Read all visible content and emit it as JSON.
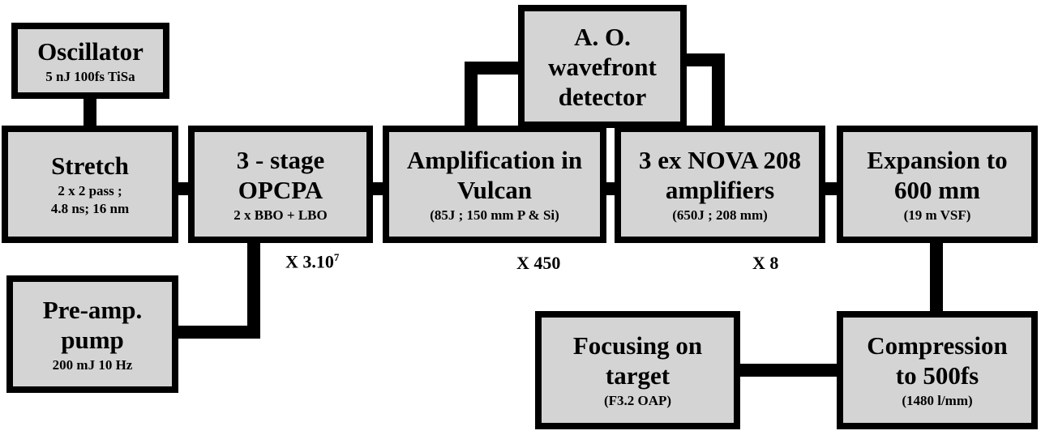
{
  "boxes": {
    "oscillator": {
      "title": "Oscillator",
      "sub": "5 nJ 100fs TiSa"
    },
    "ao": {
      "title_1": "A. O.",
      "title_2": "wavefront",
      "title_3": "detector"
    },
    "stretch": {
      "title": "Stretch",
      "sub_1": "2 x 2 pass ;",
      "sub_2": "4.8 ns; 16 nm"
    },
    "opcpa": {
      "title_1": "3 - stage",
      "title_2": "OPCPA",
      "sub": "2 x BBO + LBO"
    },
    "vulcan": {
      "title_1": "Amplification in",
      "title_2": "Vulcan",
      "sub": "(85J ; 150 mm P & Si)"
    },
    "nova": {
      "title_1": "3 ex NOVA 208",
      "title_2": "amplifiers",
      "sub": "(650J ; 208 mm)"
    },
    "expansion": {
      "title_1": "Expansion to",
      "title_2": "600 mm",
      "sub": "(19 m VSF)"
    },
    "preamp": {
      "title_1": "Pre-amp.",
      "title_2": "pump",
      "sub": "200 mJ 10 Hz"
    },
    "focusing": {
      "title_1": "Focusing on",
      "title_2": "target",
      "sub": "(F3.2 OAP)"
    },
    "compression": {
      "title_1": "Compression",
      "title_2": "to 500fs",
      "sub": "(1480 l/mm)"
    }
  },
  "gains": {
    "opcpa": {
      "base": "X 3.10",
      "exp": "7"
    },
    "vulcan": "X 450",
    "nova": "X 8"
  },
  "colors": {
    "box_fill": "#d4d4d4",
    "border": "#000000",
    "background": "#ffffff"
  }
}
